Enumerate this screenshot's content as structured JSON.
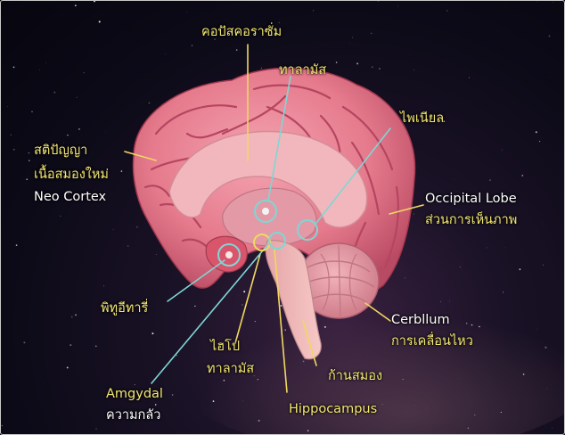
{
  "labels": {
    "corpus_callosum": "คอปัสคอราซั่ม",
    "thalamus": "ทาลามัส",
    "pineal": "ไพเนียล",
    "neo_cortex_th1": "สติปัญญา",
    "neo_cortex_th2": "เนื้อสมองใหม่",
    "neo_cortex_en": "Neo Cortex",
    "occipital_en": "Occipital Lobe",
    "occipital_th": "ส่วนการเห็นภาพ",
    "pituitary": "พิทูอีทารี่",
    "hypothalamus_1": "ไฮโป",
    "hypothalamus_2": "ทาลามัส",
    "cerebellum_en": "Cerbllum",
    "cerebellum_th": "การเคลื่อนไหว",
    "brainstem": "ก้านสมอง",
    "amygdala_en": "Amgydal",
    "amygdala_th": "ความกลัว",
    "hippocampus": "Hippocampus"
  },
  "colors": {
    "label_yellow": "#f4e873",
    "label_white": "#ffffff",
    "pointer_yellow": "#f0d860",
    "pointer_cyan": "#7fd6d6",
    "brain_pink": "#e57a8c",
    "background": "#0b0a18"
  }
}
